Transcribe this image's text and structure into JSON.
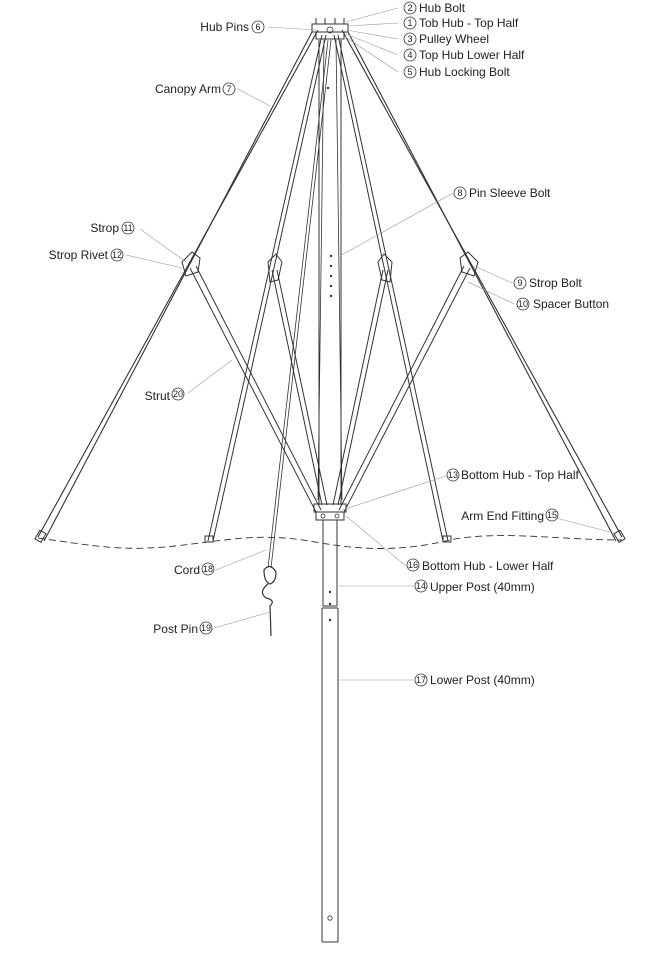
{
  "colors": {
    "line": "#333333",
    "leader": "#9a9a9a",
    "text": "#222222",
    "background": "#ffffff"
  },
  "labels": [
    {
      "id": "hub-bolt",
      "num": "2",
      "text": "Hub Bolt"
    },
    {
      "id": "tob-hub-top-half",
      "num": "1",
      "text": "Tob Hub - Top Half"
    },
    {
      "id": "pulley-wheel",
      "num": "3",
      "text": "Pulley Wheel"
    },
    {
      "id": "top-hub-lower-half",
      "num": "4",
      "text": "Top Hub Lower Half"
    },
    {
      "id": "hub-locking-bolt",
      "num": "5",
      "text": "Hub Locking Bolt"
    },
    {
      "id": "hub-pins",
      "num": "6",
      "text": "Hub Pins"
    },
    {
      "id": "canopy-arm",
      "num": "7",
      "text": "Canopy Arm"
    },
    {
      "id": "pin-sleeve-bolt",
      "num": "8",
      "text": "Pin Sleeve Bolt"
    },
    {
      "id": "strop",
      "num": "11",
      "text": "Strop"
    },
    {
      "id": "strop-rivet",
      "num": "12",
      "text": "Strop Rivet"
    },
    {
      "id": "strop-bolt",
      "num": "9",
      "text": "Strop Bolt"
    },
    {
      "id": "spacer-button",
      "num": "10",
      "text": "Spacer Button"
    },
    {
      "id": "strut",
      "num": "20",
      "text": "Strut"
    },
    {
      "id": "bottom-hub-top-half",
      "num": "13",
      "text": "Bottom Hub - Top Half"
    },
    {
      "id": "arm-end-fitting",
      "num": "15",
      "text": "Arm End Fitting"
    },
    {
      "id": "bottom-hub-lower-half",
      "num": "16",
      "text": "Bottom Hub - Lower Half"
    },
    {
      "id": "cord",
      "num": "18",
      "text": "Cord"
    },
    {
      "id": "upper-post",
      "num": "14",
      "text": "Upper Post (40mm)"
    },
    {
      "id": "post-pin",
      "num": "19",
      "text": "Post Pin"
    },
    {
      "id": "lower-post",
      "num": "17",
      "text": "Lower Post (40mm)"
    }
  ]
}
